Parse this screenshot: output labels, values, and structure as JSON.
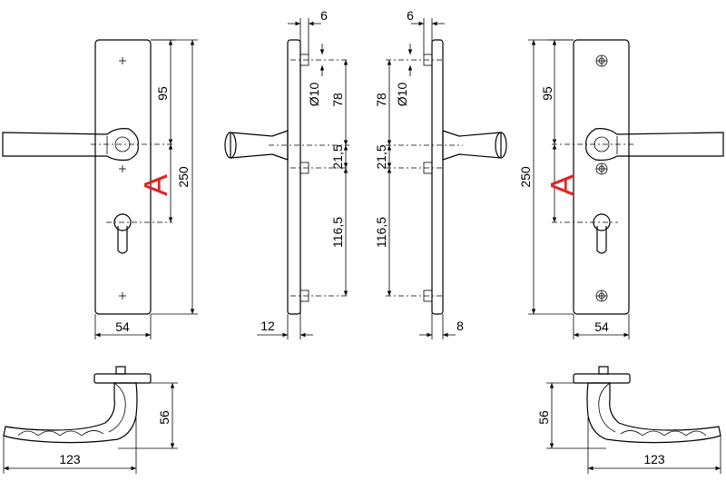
{
  "diagram": {
    "left_front": {
      "dim_top": "95",
      "dim_height": "250",
      "dim_width": "54",
      "marker": "A"
    },
    "left_side": {
      "dim_top_gap": "6",
      "dim_bore": "Ø10",
      "dim_upper": "78",
      "dim_mid": "21,5",
      "dim_lower": "116,5",
      "dim_thickness": "12"
    },
    "right_side": {
      "dim_top_gap": "6",
      "dim_bore": "Ø10",
      "dim_upper": "78",
      "dim_mid": "21,5",
      "dim_lower": "116,5",
      "dim_thickness": "8"
    },
    "right_front": {
      "dim_top": "95",
      "dim_height": "250",
      "dim_width": "54",
      "marker": "A"
    },
    "left_handle": {
      "dim_height": "56",
      "dim_length": "123"
    },
    "right_handle": {
      "dim_height": "56",
      "dim_length": "123"
    }
  }
}
